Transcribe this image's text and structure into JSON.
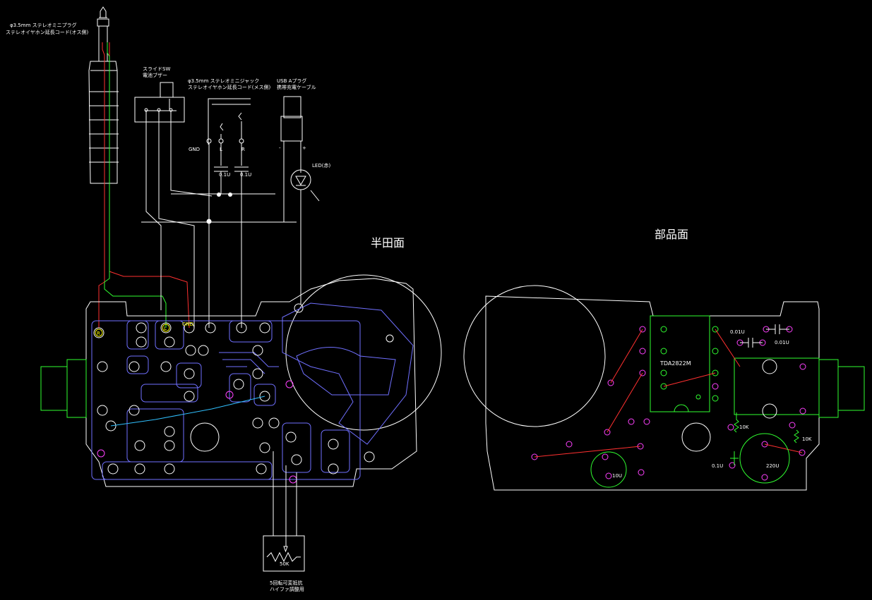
{
  "labels": {
    "plug_title1": "φ3.5mm ステレオミニプラグ",
    "plug_title2": "ステレオイヤホン延長コード(オス側)",
    "switch_title1": "スライドSW",
    "switch_title2": "電池ブザー",
    "jack_title1": "φ3.5mm ステレオミニジャック",
    "jack_title2": "ステレオイヤホン延長コード(メス側)",
    "usb_title1": "USB Aプラグ",
    "usb_title2": "携帯充電ケーブル",
    "gnd": "GND",
    "l": "L",
    "r": "R",
    "cap1": "0.1U",
    "cap2": "0.1U",
    "led": "LED(赤)",
    "pot_value": "50K",
    "pot_title1": "5回転可変抵抗",
    "pot_title2": "ハイファ調整用",
    "solder_side": "半田面",
    "parts_side": "部品面",
    "pad_r": "R",
    "pad_l": "L",
    "pad_gnd": "GND",
    "ic": "TDA2822M",
    "c_001a": "0.01U",
    "c_001b": "0.01U",
    "r_10k_a": "10K",
    "r_10k_b": "10K",
    "c_01u": "0.1U",
    "c_220u": "220U",
    "c_10u": "10U",
    "minus": "-",
    "plus": "+"
  },
  "colors": {
    "white": "#ffffff",
    "red": "#ff3030",
    "green": "#30ff30",
    "yellow": "#ffff00",
    "blue": "#7070ff",
    "magenta": "#ff40ff",
    "cyan": "#30c0ff",
    "darkgreen": "#20b020"
  }
}
